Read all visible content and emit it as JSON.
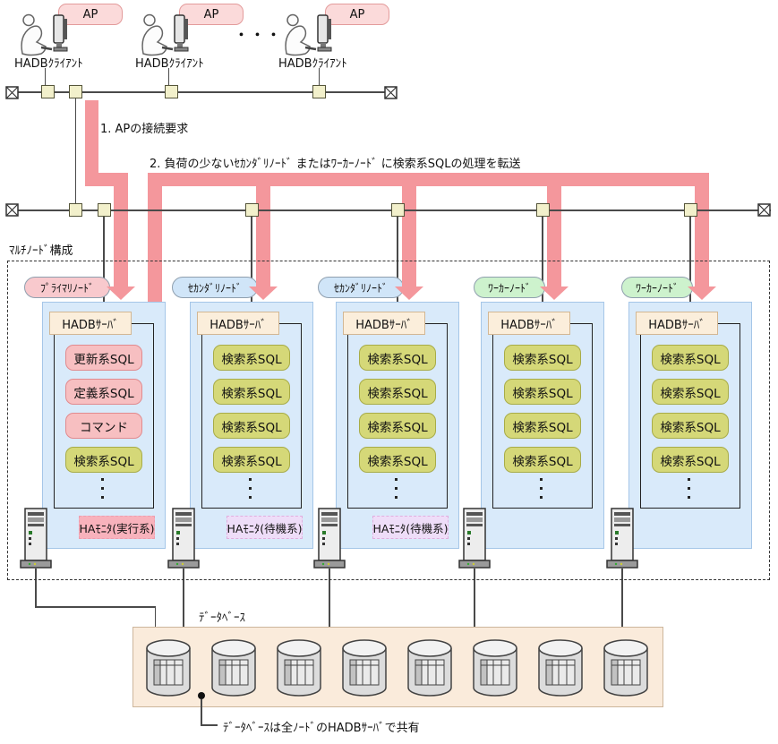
{
  "colors": {
    "flow_arrow": "#f4979c",
    "ap_box_fill": "#fbdada",
    "node_box_fill": "#d9eafa",
    "primary_label_fill": "#f8c9cd",
    "secondary_label_fill": "#d0e5f8",
    "worker_label_fill": "#cdf2cd",
    "update_sql_fill": "#f7bfc1",
    "search_sql_fill": "#d5d878",
    "ha_active_fill": "#f8b2bc",
    "ha_standby_fill": "#eeddf8",
    "server_label_fill": "#fbeedb",
    "database_area_fill": "#faebdb",
    "connector_fill": "#f2f0cb"
  },
  "clients": {
    "count": 3,
    "ap_label": "AP",
    "client_label": "HADBｸﾗｲｱﾝﾄ",
    "ellipsis": "・・・"
  },
  "flow": {
    "step1": "1. APの接続要求",
    "step2": "2. 負荷の少ないｾｶﾝﾀﾞﾘﾉｰﾄﾞ またはﾜｰｶｰﾉｰﾄﾞ に検索系SQLの処理を転送"
  },
  "multinode": {
    "title": "ﾏﾙﾁﾉｰﾄﾞ構成",
    "server_label": "HADBｻｰﾊﾞ",
    "nodes": [
      {
        "type": "primary",
        "label": "ﾌﾟﾗｲﾏﾘﾉｰﾄﾞ",
        "sql": [
          "更新系SQL",
          "定義系SQL",
          "コマンド",
          "検索系SQL"
        ],
        "ha_monitor": "HAﾓﾆﾀ(実行系)"
      },
      {
        "type": "secondary",
        "label": "ｾｶﾝﾀﾞﾘﾉｰﾄﾞ",
        "sql": [
          "検索系SQL",
          "検索系SQL",
          "検索系SQL",
          "検索系SQL"
        ],
        "ha_monitor": "HAﾓﾆﾀ(待機系)"
      },
      {
        "type": "secondary",
        "label": "ｾｶﾝﾀﾞﾘﾉｰﾄﾞ",
        "sql": [
          "検索系SQL",
          "検索系SQL",
          "検索系SQL",
          "検索系SQL"
        ],
        "ha_monitor": "HAﾓﾆﾀ(待機系)"
      },
      {
        "type": "worker",
        "label": "ﾜｰｶｰﾉｰﾄﾞ",
        "sql": [
          "検索系SQL",
          "検索系SQL",
          "検索系SQL",
          "検索系SQL"
        ],
        "ha_monitor": ""
      },
      {
        "type": "worker",
        "label": "ﾜｰｶｰﾉｰﾄﾞ",
        "sql": [
          "検索系SQL",
          "検索系SQL",
          "検索系SQL",
          "検索系SQL"
        ],
        "ha_monitor": ""
      }
    ]
  },
  "database": {
    "label": "ﾃﾞｰﾀﾍﾞｰｽ",
    "cylinder_count": 8,
    "note": "ﾃﾞｰﾀﾍﾞｰｽは全ﾉｰﾄﾞのHADBｻｰﾊﾞで共有"
  }
}
